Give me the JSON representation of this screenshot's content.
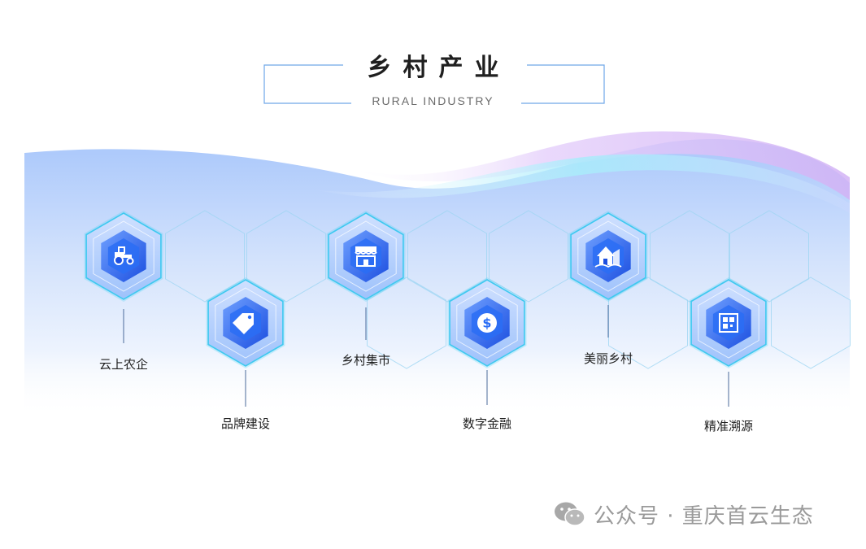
{
  "header": {
    "title": "乡村产业",
    "subtitle": "RURAL INDUSTRY"
  },
  "items": [
    {
      "label": "云上农企",
      "icon": "tractor-icon"
    },
    {
      "label": "品牌建设",
      "icon": "price-tag-icon"
    },
    {
      "label": "乡村集市",
      "icon": "market-stall-icon"
    },
    {
      "label": "数字金融",
      "icon": "dollar-coin-icon"
    },
    {
      "label": "美丽乡村",
      "icon": "village-house-icon"
    },
    {
      "label": "精准溯源",
      "icon": "trace-code-icon"
    }
  ],
  "watermark": {
    "text": "公众号 · 重庆首云生态",
    "icon": "wechat-icon"
  },
  "colors": {
    "accent": "#2a6df5",
    "frame": "#6fa6e8",
    "hex_glow": "#3fd0f2",
    "wave_purple": "#d7b6f6"
  }
}
